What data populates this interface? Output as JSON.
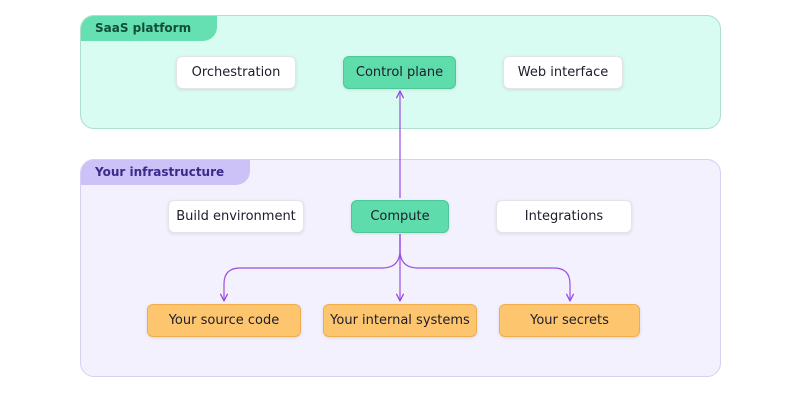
{
  "zones": {
    "saas": {
      "label": "SaaS platform",
      "nodes": {
        "orchestration": "Orchestration",
        "control_plane": "Control plane",
        "web_interface": "Web interface"
      }
    },
    "infra": {
      "label": "Your infrastructure",
      "nodes": {
        "build_environment": "Build environment",
        "compute": "Compute",
        "integrations": "Integrations",
        "source_code": "Your source code",
        "internal_systems": "Your internal systems",
        "secrets": "Your secrets"
      }
    }
  },
  "colors": {
    "edge": "#9b4ee0",
    "saas_bg": "#d8fbf2",
    "saas_tag": "#64e0b2",
    "infra_bg": "#f3f1fd",
    "infra_tag": "#cdc2f8",
    "node_green": "#5fdcab",
    "node_orange": "#fec56f"
  },
  "edges": [
    {
      "from": "compute",
      "to": "control_plane"
    },
    {
      "from": "compute",
      "to": "source_code"
    },
    {
      "from": "compute",
      "to": "internal_systems"
    },
    {
      "from": "compute",
      "to": "secrets"
    }
  ]
}
